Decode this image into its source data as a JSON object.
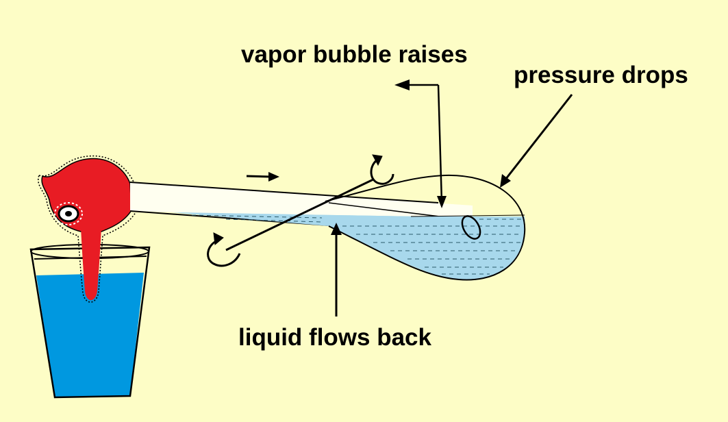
{
  "labels": {
    "vapor_bubble": "vapor bubble raises",
    "pressure_drops": "pressure drops",
    "liquid_flows": "liquid flows back"
  },
  "colors": {
    "background": "#fdfdc6",
    "water_glass": "#0098e0",
    "liquid_tube": "#a8d8ec",
    "bulb_red": "#e81c24",
    "outline": "#000000"
  }
}
